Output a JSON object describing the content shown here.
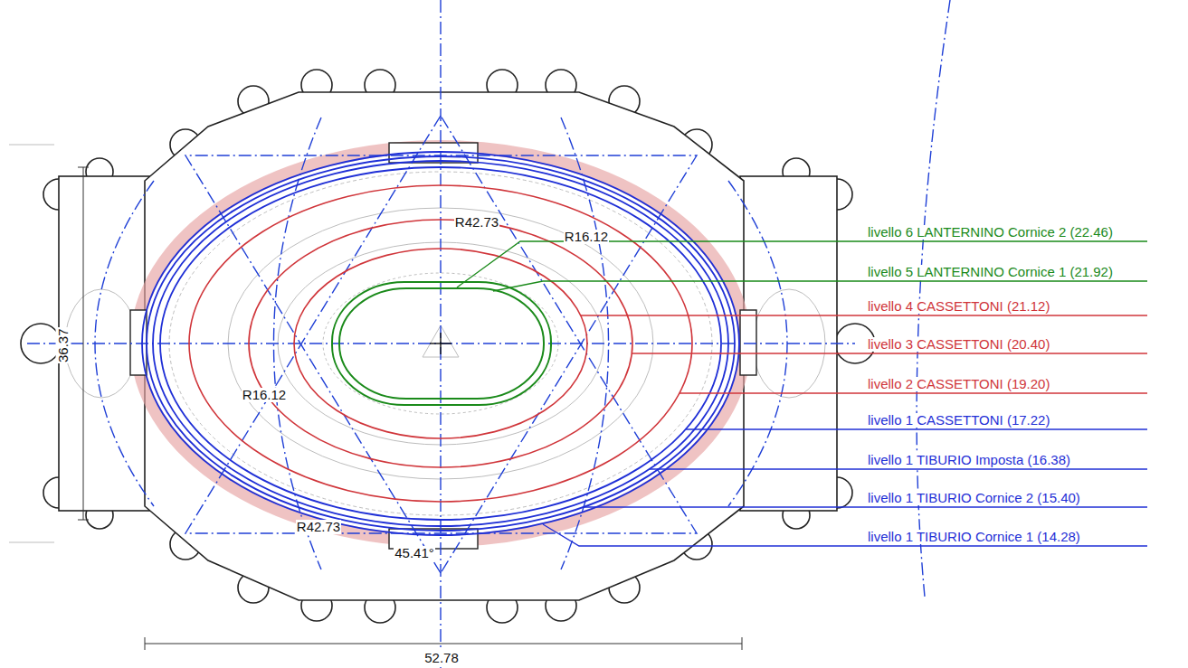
{
  "diagram": {
    "labels": [
      "livello 6 LANTERNINO Cornice 2 (22.46)",
      "livello 5 LANTERNINO Cornice 1 (21.92)",
      "livello 4 CASSETTONI (21.12)",
      "livello 3 CASSETTONI (20.40)",
      "livello 2 CASSETTONI (19.20)",
      "livello 1 CASSETTONI (17.22)",
      "livello 1 TIBURIO Imposta (16.38)",
      "livello 1 TIBURIO Cornice 2 (15.40)",
      "livello 1 TIBURIO Cornice 1 (14.28)",
      "R42.73",
      "R16.12",
      "R16.12",
      "R42.73",
      "36.37",
      "45.41°",
      "52.78"
    ]
  }
}
